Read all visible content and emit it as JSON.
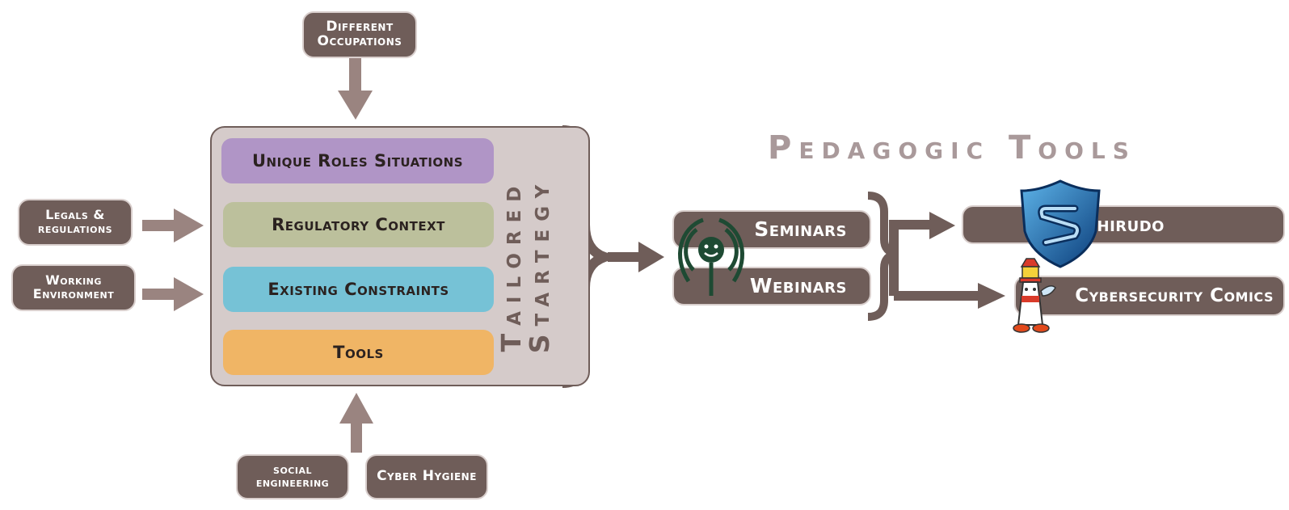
{
  "diagram": {
    "inputs_top": {
      "occupations": "Different Occupations"
    },
    "inputs_left": {
      "legals": "Legals & regulations",
      "working": "Working Environment"
    },
    "inputs_bottom": {
      "social": "social engineering",
      "hygiene": "Cyber Hygiene"
    },
    "layers": [
      {
        "label": "Unique Roles Situations",
        "color": "#b095c6"
      },
      {
        "label": "Regulatory Context",
        "color": "#bcc09c"
      },
      {
        "label": "Existing Constraints",
        "color": "#76c2d6"
      },
      {
        "label": "Tools",
        "color": "#f0b565"
      }
    ],
    "strategy": {
      "line1": "Tailored",
      "line2": "Startegy"
    },
    "pedagogic_heading": "Pedagogic Tools",
    "delivery": {
      "seminars": "Seminars",
      "webinars": "Webinars"
    },
    "outputs": {
      "shirudo": "Shirudo",
      "comics": "Cybersecurity Comics"
    },
    "icons": [
      "broadcast-logo-icon",
      "shield-logo-icon",
      "lighthouse-mascot-icon"
    ],
    "colors": {
      "dark": "#6f5d59",
      "arrow": "#9a8480",
      "container": "#d5cbca",
      "heading": "#a9999a"
    }
  }
}
